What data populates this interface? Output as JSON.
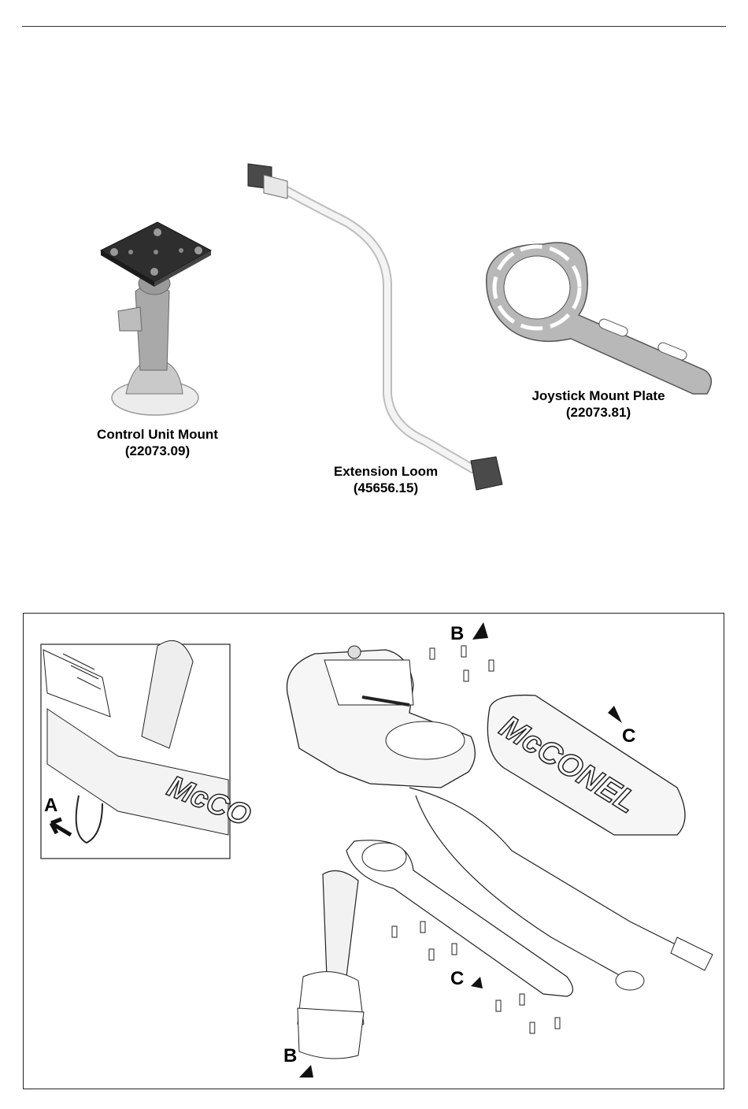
{
  "parts": {
    "control_unit_mount": {
      "name": "Control Unit Mount",
      "part_no": "(22073.09)"
    },
    "extension_loom": {
      "name": "Extension Loom",
      "part_no": "(45656.15)"
    },
    "joystick_mount_plate": {
      "name": "Joystick Mount Plate",
      "part_no": "(22073.81)"
    }
  },
  "assembly": {
    "callouts": {
      "a": "A",
      "b_top": "B",
      "c_top": "C",
      "c_lower": "C",
      "b_lower": "B"
    },
    "cover_brand": "McCONEL",
    "inset_brand": "McCO"
  },
  "colors": {
    "line": "#222222",
    "shade": "#8c8c8c",
    "plate": "#b8b8b8",
    "dark": "#3a3a3a"
  }
}
